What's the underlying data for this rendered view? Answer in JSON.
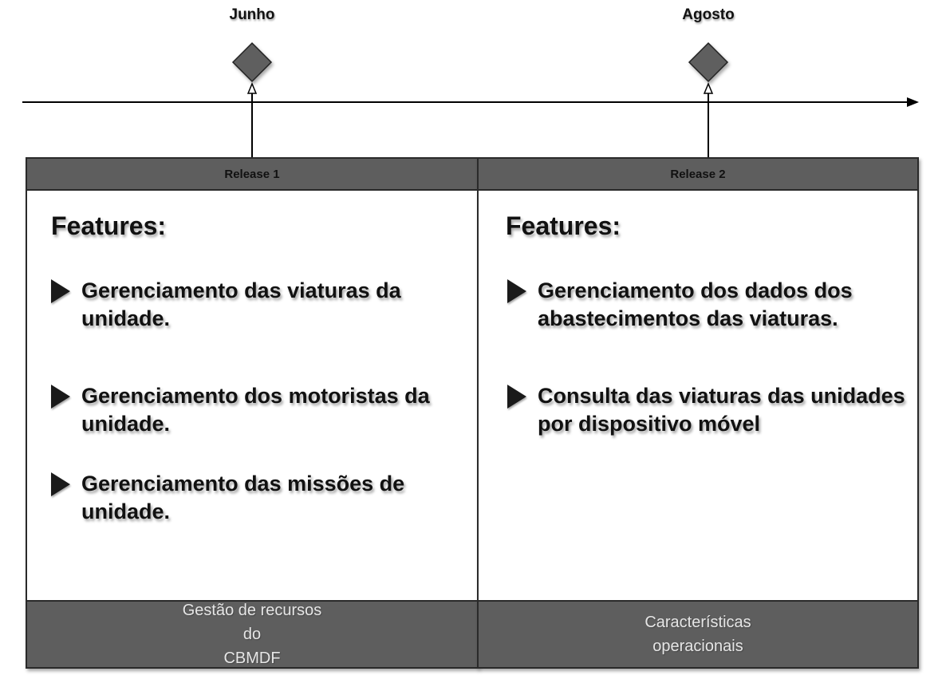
{
  "timeline": {
    "milestones": [
      {
        "label": "Junho"
      },
      {
        "label": "Agosto"
      }
    ]
  },
  "releases": [
    {
      "header": "Release 1",
      "features_title": "Features:",
      "features": [
        "Gerenciamento das viaturas da unidade.",
        "Gerenciamento dos motoristas da unidade.",
        "Gerenciamento das missões de unidade."
      ],
      "footer": "Gestão de recursos\ndo\nCBMDF"
    },
    {
      "header": "Release 2",
      "features_title": "Features:",
      "features": [
        "Gerenciamento dos dados dos abastecimentos das viaturas.",
        "Consulta das viaturas das unidades por dispositivo móvel"
      ],
      "footer": "Características\noperacionais"
    }
  ],
  "colors": {
    "header_fill": "#5e5e5e",
    "diamond_fill": "#5e5e5e",
    "line": "#000000"
  }
}
